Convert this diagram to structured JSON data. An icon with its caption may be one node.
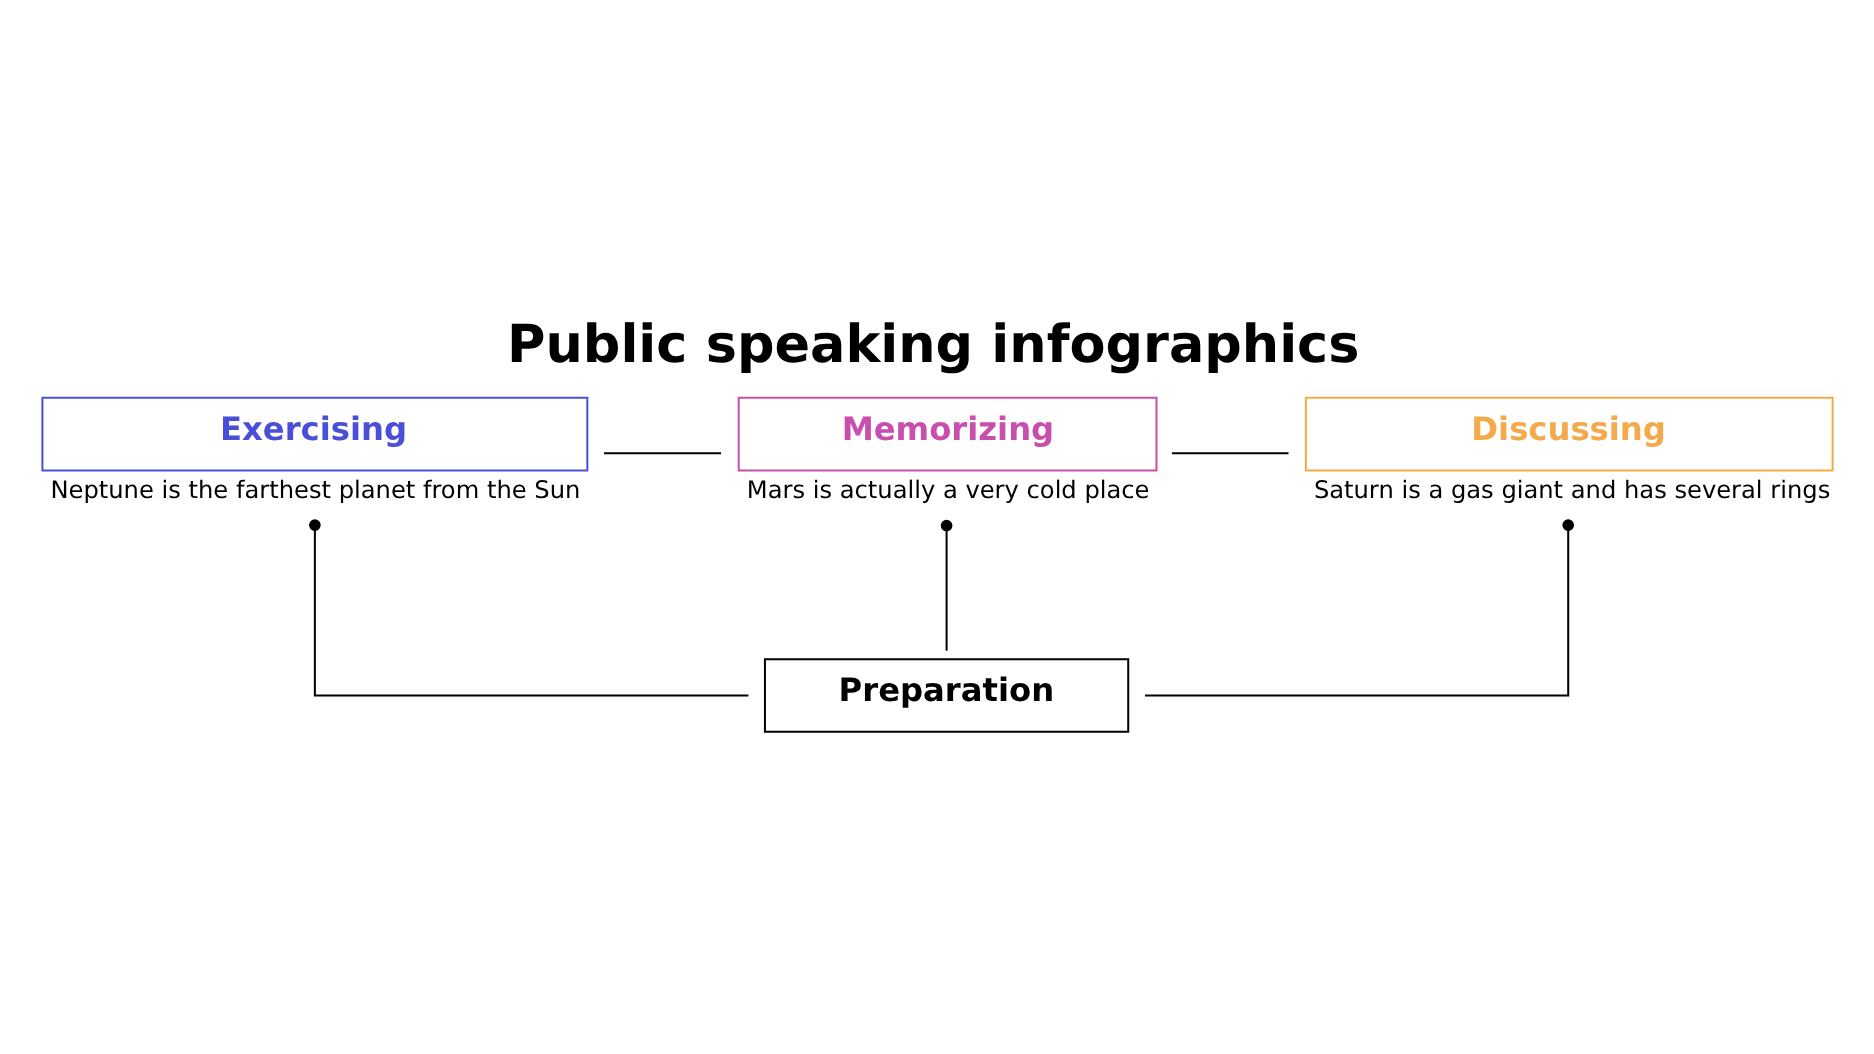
{
  "diagram": {
    "title": "Public speaking infographics",
    "nodes": [
      {
        "text": [
          "Exercising"
        ],
        "beside": [
          "Neptune is the farthest planet from the Sun"
        ]
      },
      {
        "text": [
          "Memorizing"
        ],
        "beside": [
          "Mars is actually a very cold place"
        ]
      },
      {
        "text": [
          "Discussing"
        ],
        "beside": [
          "Saturn is a gas giant and has several rings"
        ]
      },
      {
        "text": [
          "Preparation"
        ]
      }
    ],
    "edges": [
      {
        "from": 0,
        "to": 1,
        "arrow": "none"
      },
      {
        "from": 1,
        "to": 2,
        "arrow": "none"
      },
      {
        "from": 3,
        "to": 0,
        "arrow": "other"
      },
      {
        "from": 3,
        "to": 1,
        "arrow": "other"
      },
      {
        "from": 3,
        "to": 2,
        "arrow": "other"
      }
    ]
  }
}
